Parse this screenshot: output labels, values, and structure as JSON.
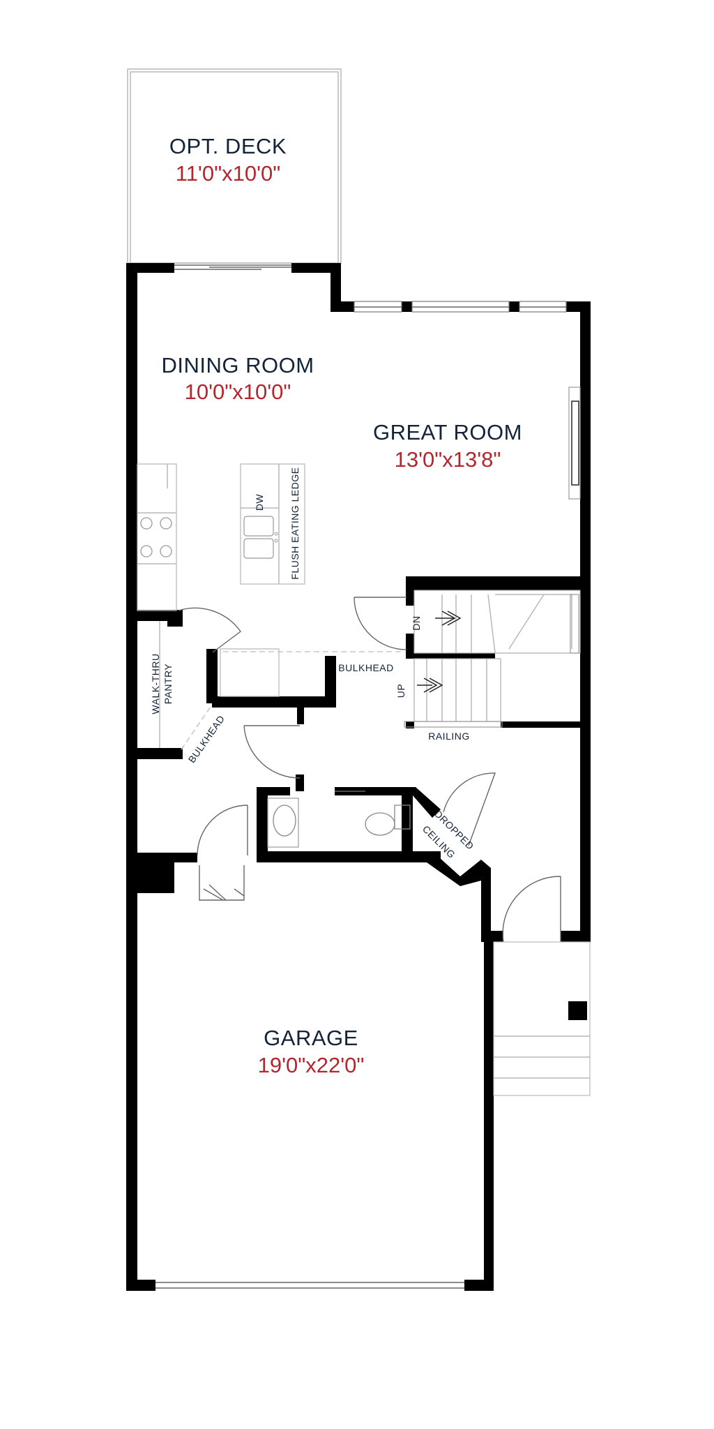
{
  "rooms": {
    "deck": {
      "name": "OPT. DECK",
      "dims": "11'0\"x10'0\""
    },
    "dining": {
      "name": "DINING ROOM",
      "dims": "10'0\"x10'0\""
    },
    "great": {
      "name": "GREAT ROOM",
      "dims": "13'0\"x13'8\""
    },
    "garage": {
      "name": "GARAGE",
      "dims": "19'0\"x22'0\""
    }
  },
  "labels": {
    "dw": "DW",
    "flush_ledge": "FLUSH EATING LEDGE",
    "bulkhead_main": "BULKHEAD",
    "walk_thru": "WALK-THRU",
    "pantry": "PANTRY",
    "bulkhead_pantry": "BULKHEAD",
    "dn": "DN",
    "up": "UP",
    "railing": "RAILING",
    "dropped": "DROPPED",
    "ceiling": "CEILING"
  },
  "colors": {
    "room_name": "#13233a",
    "room_dims": "#b3262d",
    "walls": "#000000"
  }
}
